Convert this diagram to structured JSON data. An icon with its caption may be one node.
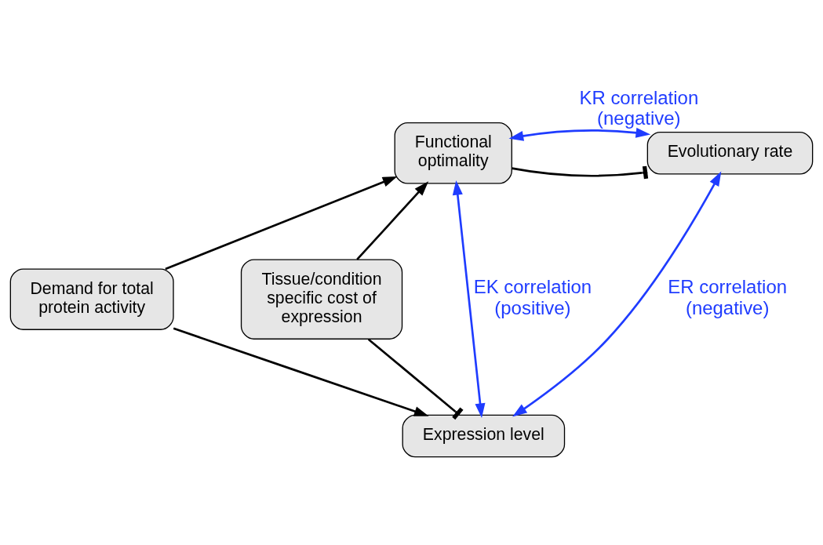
{
  "diagram": {
    "nodes": [
      {
        "text": [
          "Demand for total protein activity"
        ]
      },
      {
        "text": [
          "Functional optimality"
        ]
      },
      {
        "text": [
          "Evolutionary rate"
        ]
      },
      {
        "text": [
          "Tissue/condition specific cost of expression"
        ]
      },
      {
        "text": [
          "Expression level"
        ]
      }
    ],
    "edges": [
      {
        "from": 0,
        "to": 1,
        "arrow": "to"
      },
      {
        "from": 0,
        "to": 4,
        "arrow": "to"
      },
      {
        "from": 1,
        "to": 2,
        "arrow": "other"
      },
      {
        "from": 3,
        "to": 1,
        "arrow": "to"
      },
      {
        "from": 3,
        "to": 4,
        "arrow": "other"
      },
      {
        "from": 1,
        "to": 2,
        "arrow": "both",
        "color": "#1f3cff",
        "label": "KR correlation (negative)"
      },
      {
        "from": 1,
        "to": 4,
        "arrow": "both",
        "color": "#1f3cff",
        "label": "EK correlation (positive)"
      },
      {
        "from": 4,
        "to": 2,
        "arrow": "both",
        "color": "#1f3cff",
        "label": "ER correlation (negative)"
      }
    ]
  }
}
